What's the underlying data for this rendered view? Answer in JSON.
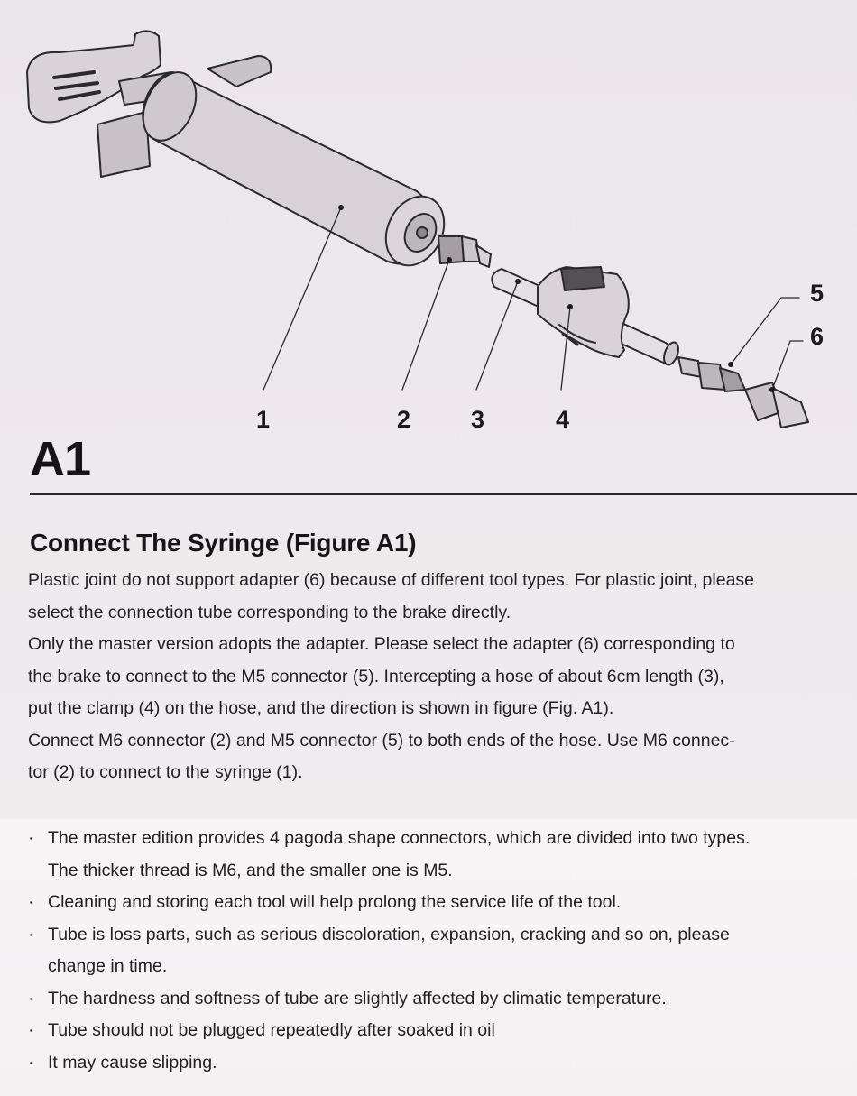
{
  "figure": {
    "id": "A1",
    "callouts": [
      "1",
      "2",
      "3",
      "4",
      "5",
      "6"
    ]
  },
  "section": {
    "title": "Connect The Syringe (Figure A1)",
    "paragraphs": [
      "Plastic joint do not support adapter (6) because of different tool types. For plastic joint, please",
      "select the connection tube corresponding to the brake directly.",
      "Only the master version adopts the adapter. Please select the adapter (6) corresponding to",
      "the brake to connect to the M5  connector (5). Intercepting a hose of about 6cm length (3),",
      "put the clamp (4) on the hose, and the direction is shown in figure (Fig. A1).",
      "Connect M6 connector (2) and M5 connector (5) to both ends of the hose. Use M6 connec-",
      "tor (2) to connect to the syringe (1)."
    ]
  },
  "notes": [
    {
      "bullet": "·",
      "line1": "The master edition provides 4 pagoda shape connectors, which are divided into two types.",
      "line2": "The thicker thread is M6, and the smaller one is M5."
    },
    {
      "bullet": "·",
      "line1": "Cleaning and storing each tool will help prolong the service life of the tool."
    },
    {
      "bullet": "·",
      "line1": "Tube is loss parts, such as serious discoloration, expansion, cracking and so on, please",
      "line2": "change in time."
    },
    {
      "bullet": "·",
      "line1": "The hardness and softness of tube are slightly affected by climatic temperature."
    },
    {
      "bullet": "·",
      "line1": "Tube should not be plugged repeatedly after soaked in oil"
    },
    {
      "bullet": "·",
      "line1": "It may cause slipping."
    }
  ]
}
